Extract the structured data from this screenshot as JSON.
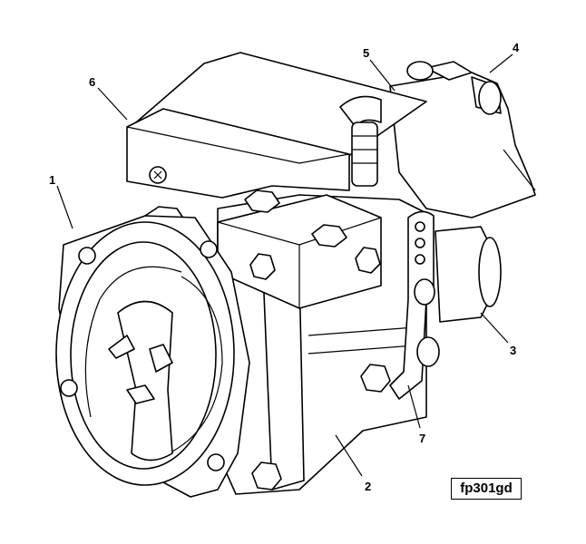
{
  "figure_id": "fp301gd",
  "callouts": [
    {
      "label": "1"
    },
    {
      "label": "2"
    },
    {
      "label": "3"
    },
    {
      "label": "4"
    },
    {
      "label": "5"
    },
    {
      "label": "6"
    },
    {
      "label": "7"
    }
  ]
}
